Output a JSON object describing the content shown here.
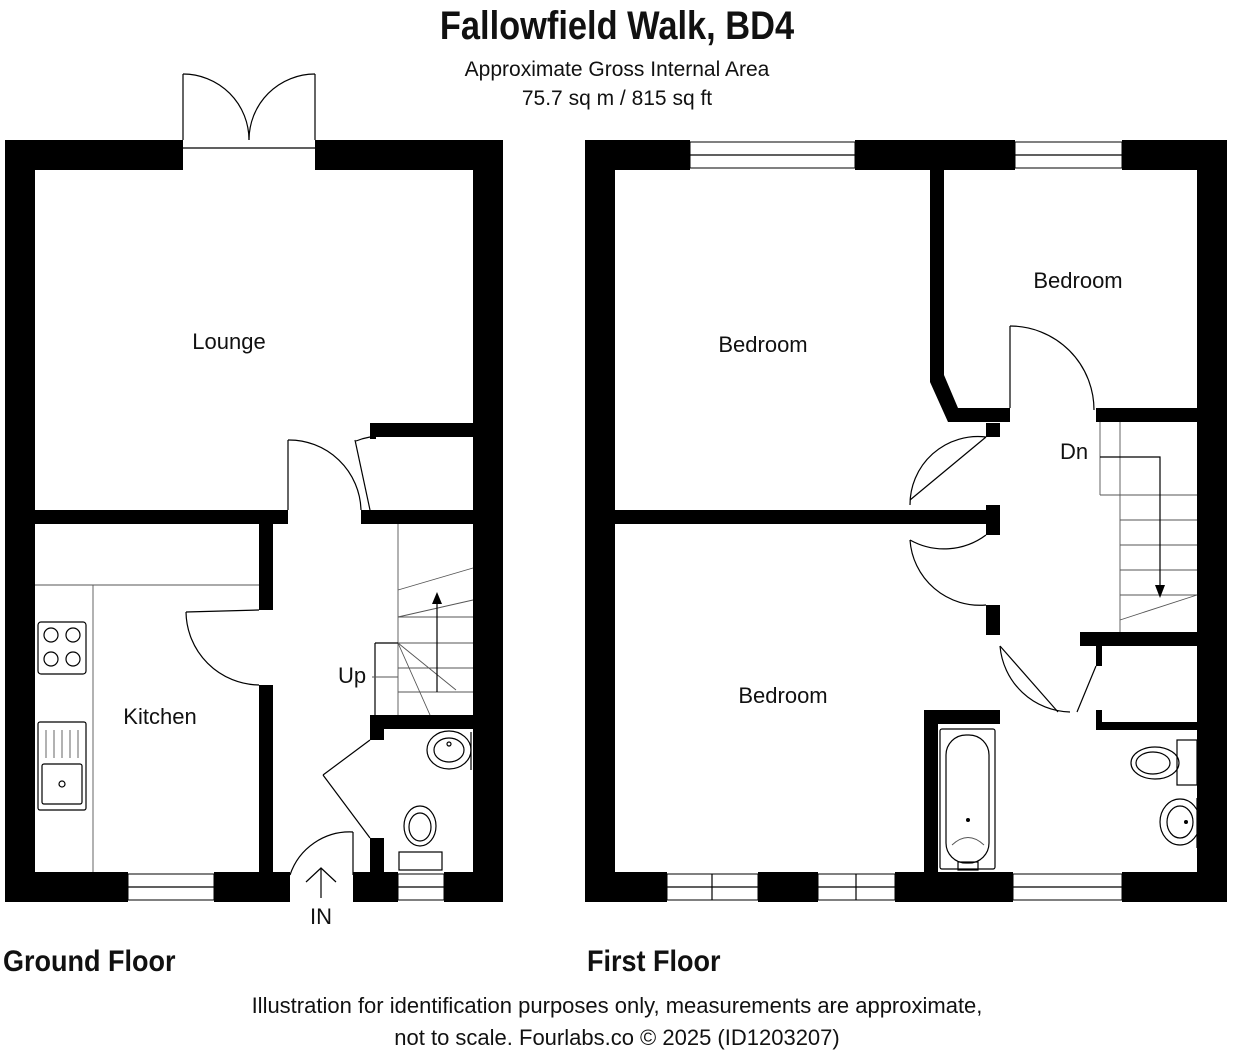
{
  "header": {
    "title": "Fallowfield Walk, BD4",
    "area_label": "Approximate Gross Internal Area",
    "area_value": "75.7 sq m / 815 sq ft"
  },
  "ground_floor": {
    "label": "Ground Floor",
    "rooms": {
      "lounge": "Lounge",
      "kitchen": "Kitchen"
    },
    "stairs_label": "Up",
    "entrance_label": "IN"
  },
  "first_floor": {
    "label": "First Floor",
    "rooms": {
      "bedroom_front": "Bedroom",
      "bedroom_small": "Bedroom",
      "bedroom_rear": "Bedroom"
    },
    "stairs_label": "Dn"
  },
  "footer": {
    "disclaimer_line1": "Illustration for identification purposes only, measurements are approximate,",
    "disclaimer_line2": "not to scale. Fourlabs.co © 2025 (ID1203207)"
  }
}
